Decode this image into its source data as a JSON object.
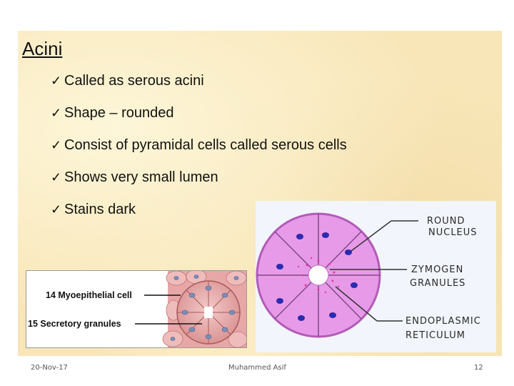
{
  "slide": {
    "title": "Acini",
    "bullets": [
      "Called as serous acini",
      "Shape – rounded",
      "Consist of pyramidal cells called serous cells",
      "Shows very small lumen",
      "Stains dark"
    ],
    "bullet_icon": "check-icon"
  },
  "figure_left": {
    "labels": [
      "14 Myoepithelial cell",
      "15 Secretory granules"
    ]
  },
  "figure_right": {
    "labels": [
      "ROUND",
      "NUCLEUS",
      "ZYMOGEN",
      "GRANULES",
      "ENDOPLASMIC",
      "RETICULUM"
    ]
  },
  "footer": {
    "date": "20-Nov-17",
    "author": "Muhammed Asif",
    "page": "12"
  }
}
